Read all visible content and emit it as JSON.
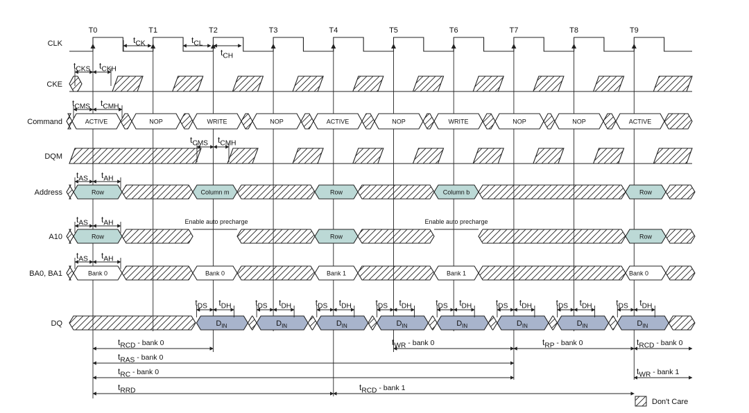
{
  "clock": {
    "labels": [
      "T0",
      "T1",
      "T2",
      "T3",
      "T4",
      "T5",
      "T6",
      "T7",
      "T8",
      "T9"
    ]
  },
  "signals": {
    "clk": "CLK",
    "cke": "CKE",
    "command": "Command",
    "dqm": "DQM",
    "address": "Address",
    "a10": "A10",
    "ba": "BA0, BA1",
    "dq": "DQ"
  },
  "commands": [
    "ACTIVE",
    "NOP",
    "WRITE",
    "NOP",
    "ACTIVE",
    "NOP",
    "WRITE",
    "NOP",
    "NOP",
    "ACTIVE"
  ],
  "address_values": [
    "Row",
    "Column m",
    "Row",
    "Column b",
    "Row"
  ],
  "a10_values": [
    "Row",
    "Row",
    "Row"
  ],
  "a10_notes": [
    "Enable auto precharge",
    "Enable auto precharge"
  ],
  "bank_values": [
    "Bank 0",
    "Bank 0",
    "Bank 1",
    "Bank 1",
    "Bank 0"
  ],
  "dq_value": {
    "main": "D",
    "sub": "IN"
  },
  "timing": {
    "tCK": {
      "main": "t",
      "sub": "CK"
    },
    "tCL": {
      "main": "t",
      "sub": "CL"
    },
    "tCH": {
      "main": "t",
      "sub": "CH"
    },
    "tCKS": {
      "main": "t",
      "sub": "CKS"
    },
    "tCKH": {
      "main": "t",
      "sub": "CKH"
    },
    "tCMS": {
      "main": "t",
      "sub": "CMS"
    },
    "tCMH": {
      "main": "t",
      "sub": "CMH"
    },
    "tAS": {
      "main": "t",
      "sub": "AS"
    },
    "tAH": {
      "main": "t",
      "sub": "AH"
    },
    "tDS": {
      "main": "t",
      "sub": "DS"
    },
    "tDH": {
      "main": "t",
      "sub": "DH"
    }
  },
  "bottom_timings": [
    {
      "main": "t",
      "sub": "RCD",
      "rest": " - bank 0"
    },
    {
      "main": "t",
      "sub": "WR",
      "rest": " - bank 0"
    },
    {
      "main": "t",
      "sub": "RP",
      "rest": " - bank 0"
    },
    {
      "main": "t",
      "sub": "RCD",
      "rest": " - bank 0"
    },
    {
      "main": "t",
      "sub": "RAS",
      "rest": " - bank 0"
    },
    {
      "main": "t",
      "sub": "RC",
      "rest": " - bank 0"
    },
    {
      "main": "t",
      "sub": "WR",
      "rest": " - bank 1"
    },
    {
      "main": "t",
      "sub": "RRD",
      "rest": ""
    },
    {
      "main": "t",
      "sub": "RCD",
      "rest": " - bank 1"
    }
  ],
  "legend": {
    "label": "Don't Care"
  },
  "colors": {
    "valid_fill": "#bcd9d6",
    "dq_fill": "#a8b4cc",
    "line": "#222222"
  }
}
